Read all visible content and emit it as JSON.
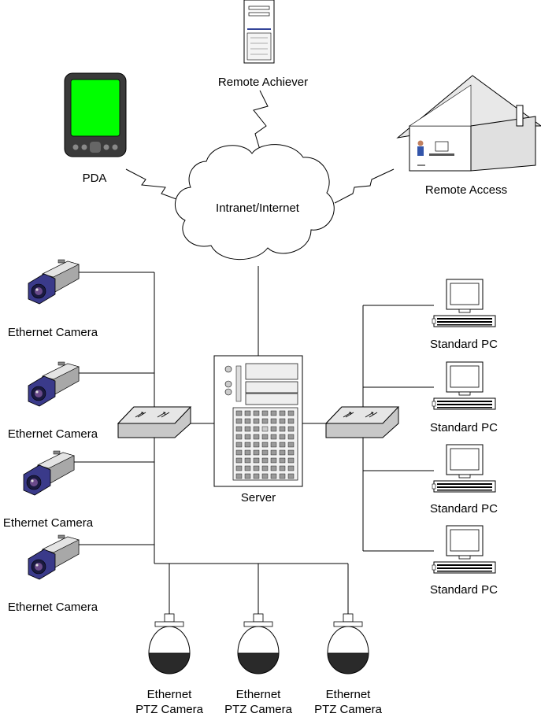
{
  "labels": {
    "remote_achiever": "Remote Achiever",
    "pda": "PDA",
    "cloud": "Intranet/Internet",
    "remote_access": "Remote Access",
    "server": "Server",
    "ethernet_camera": "Ethernet Camera",
    "standard_pc": "Standard PC",
    "ptz_line1": "Ethernet",
    "ptz_line2": "PTZ Camera"
  },
  "ethernet_cameras": [
    {
      "label": "Ethernet Camera"
    },
    {
      "label": "Ethernet Camera"
    },
    {
      "label": "Ethernet Camera"
    },
    {
      "label": "Ethernet Camera"
    }
  ],
  "standard_pcs": [
    {
      "label": "Standard PC"
    },
    {
      "label": "Standard PC"
    },
    {
      "label": "Standard PC"
    },
    {
      "label": "Standard PC"
    }
  ],
  "ptz_cameras": [
    {
      "line1": "Ethernet",
      "line2": "PTZ Camera"
    },
    {
      "line1": "Ethernet",
      "line2": "PTZ Camera"
    },
    {
      "line1": "Ethernet",
      "line2": "PTZ Camera"
    }
  ],
  "colors": {
    "pda_screen": "#00ff00",
    "camera_body": "#c0c0c0",
    "camera_lens": "#3a3a8a",
    "ptz_dome": "#2a2a2a",
    "switch": "#c8c8c8"
  }
}
